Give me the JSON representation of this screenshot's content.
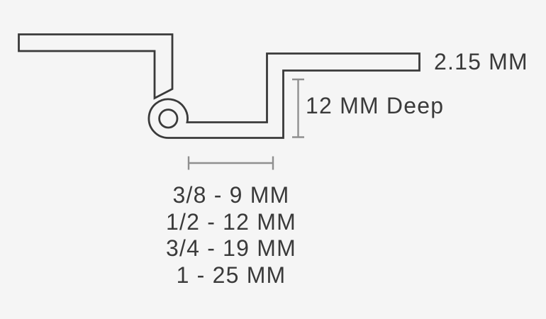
{
  "colors": {
    "background": "#f5f5f5",
    "outline": "#3a3a3a",
    "dimension": "#8f8f8f",
    "text": "#3a3a3a"
  },
  "labels": {
    "thickness": "2.15 MM",
    "depth": "12 MM Deep",
    "sizes": [
      "3/8 - 9 MM",
      "1/2 - 12 MM",
      "3/4 - 19 MM",
      "1 - 25 MM"
    ]
  }
}
